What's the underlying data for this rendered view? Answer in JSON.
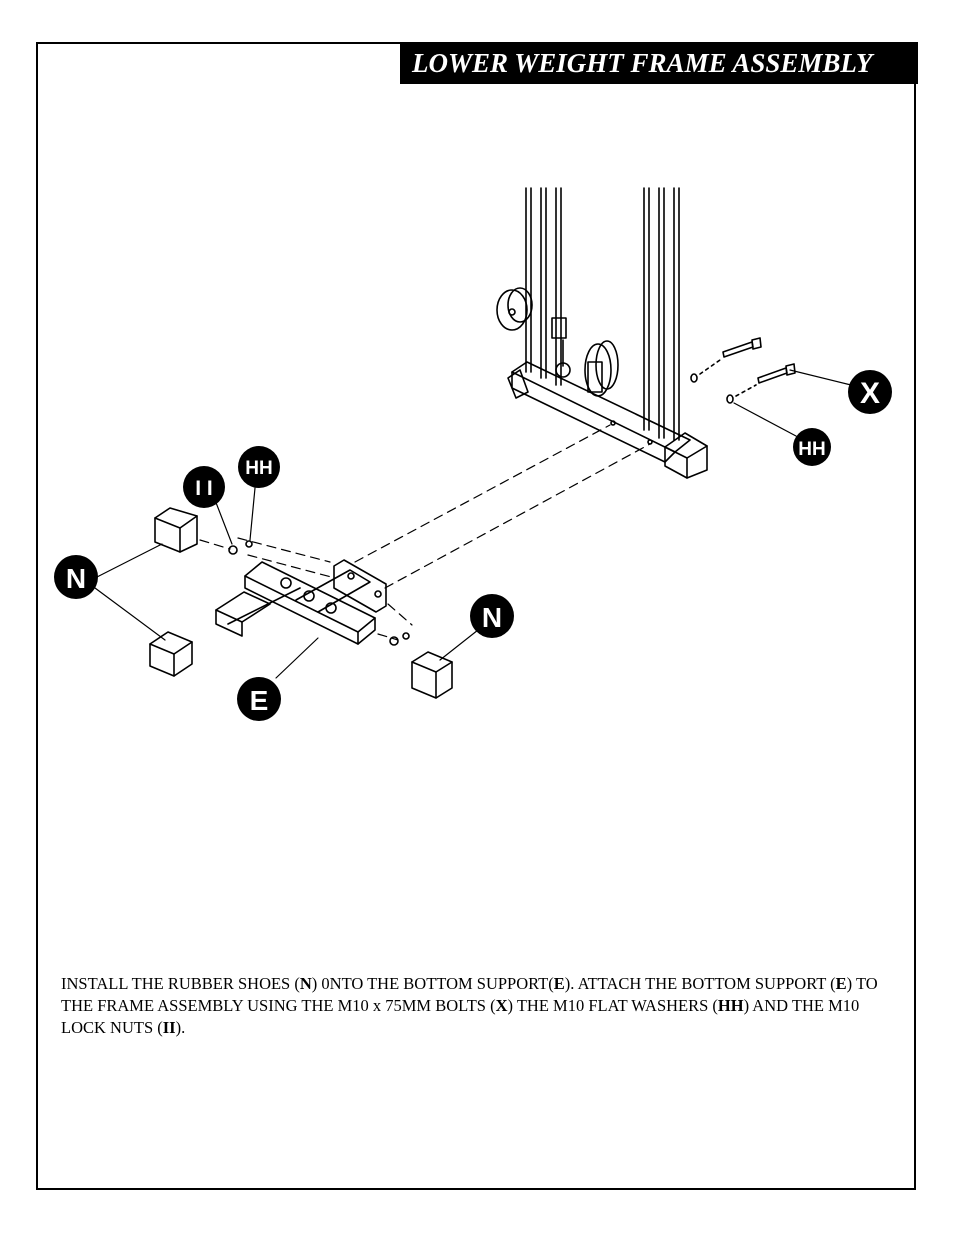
{
  "page": {
    "title": "LOWER WEIGHT FRAME ASSEMBLY"
  },
  "callouts": {
    "x": "X",
    "hh_right": "HH",
    "hh_left": "HH",
    "ii": "I I",
    "n_left": "N",
    "n_right": "N",
    "e": "E"
  },
  "instructions": {
    "p1": "INSTALL THE RUBBER SHOES (",
    "b1": "N",
    "p2": ") 0NTO THE BOTTOM SUPPORT(",
    "b2": "E",
    "p3": "). ATTACH THE BOTTOM SUPPORT (",
    "b3": "E",
    "p4": ") TO THE  FRAME ASSEMBLY USING THE M10 x 75MM BOLTS (",
    "b4": "X",
    "p5": ") THE M10 FLAT WASHERS (",
    "b5": "HH",
    "p6": ") AND THE M10 LOCK NUTS (",
    "b6": "II",
    "p7": ")."
  }
}
